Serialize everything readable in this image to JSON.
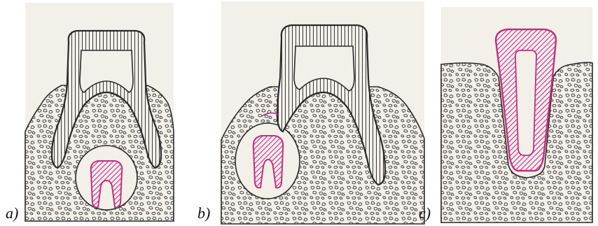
{
  "panels": [
    {
      "label": "a)"
    },
    {
      "label": "b)"
    },
    {
      "label": "c)"
    }
  ],
  "colors": {
    "ink": "#2a2a2a",
    "paper": "#f3f0ea",
    "bone_pattern": "#3a3a3a",
    "developing_tooth": "#c2307a",
    "background": "#ffffff"
  }
}
